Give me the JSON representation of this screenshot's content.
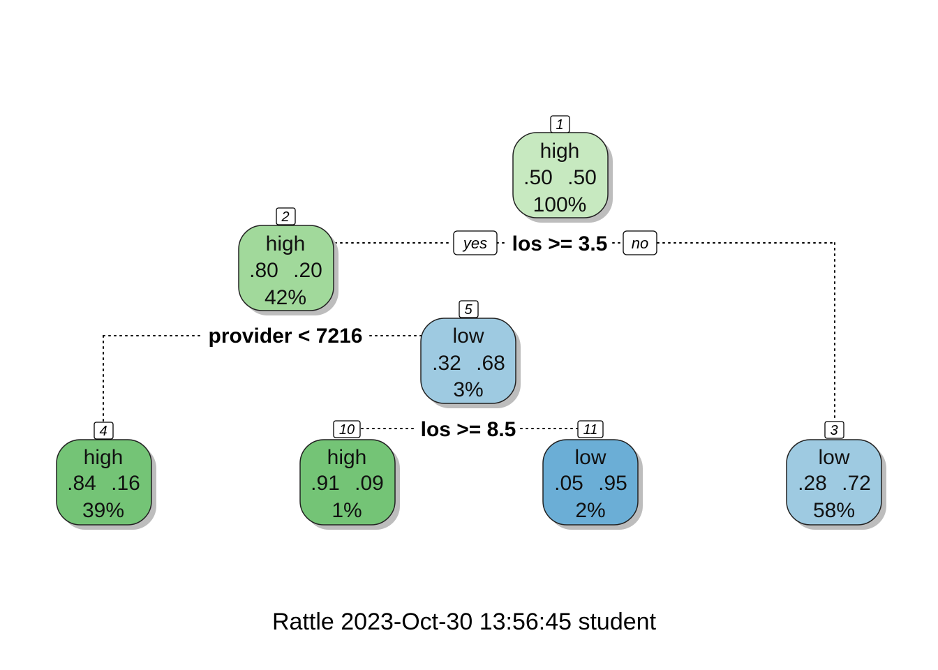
{
  "footer": "Rattle 2023-Oct-30 13:56:45 student",
  "colors": {
    "node_1": "#c7e9c0",
    "node_2": "#a1d99b",
    "node_4": "#74c476",
    "node_10": "#74c476",
    "node_5": "#9ecae1",
    "node_11": "#6baed6",
    "node_3": "#9ecae1"
  },
  "edge_labels": {
    "yes": "yes",
    "no": "no"
  },
  "splits": {
    "root": "los >= 3.5",
    "node_2": "provider < 7216",
    "node_5": "los >= 8.5"
  },
  "nodes": {
    "n1": {
      "number": "1",
      "class": "high",
      "p1": ".50",
      "p2": ".50",
      "pct": "100%"
    },
    "n2": {
      "number": "2",
      "class": "high",
      "p1": ".80",
      "p2": ".20",
      "pct": "42%"
    },
    "n3": {
      "number": "3",
      "class": "low",
      "p1": ".28",
      "p2": ".72",
      "pct": "58%"
    },
    "n4": {
      "number": "4",
      "class": "high",
      "p1": ".84",
      "p2": ".16",
      "pct": "39%"
    },
    "n5": {
      "number": "5",
      "class": "low",
      "p1": ".32",
      "p2": ".68",
      "pct": "3%"
    },
    "n10": {
      "number": "10",
      "class": "high",
      "p1": ".91",
      "p2": ".09",
      "pct": "1%"
    },
    "n11": {
      "number": "11",
      "class": "low",
      "p1": ".05",
      "p2": ".95",
      "pct": "2%"
    }
  }
}
